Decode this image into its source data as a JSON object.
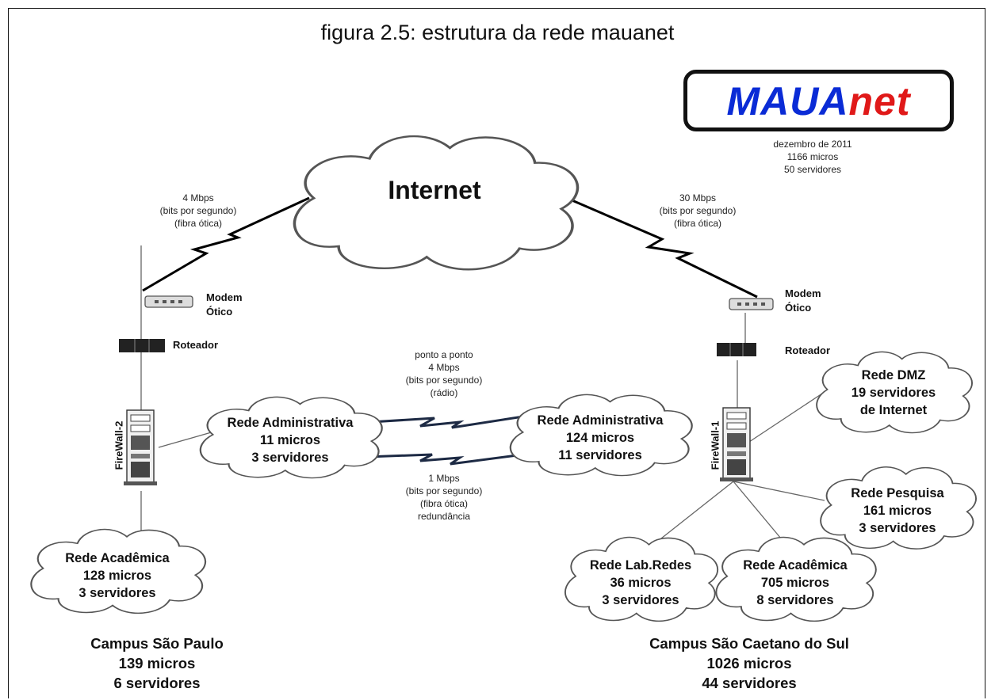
{
  "title": "figura 2.5: estrutura da rede mauanet",
  "logo": {
    "part1": "MAUA",
    "part2": "net",
    "color_part1": "#0a2bd6",
    "color_part2": "#e01919",
    "info": [
      "dezembro de 2011",
      "1166 micros",
      "50 servidores"
    ]
  },
  "internet": {
    "label": "Internet"
  },
  "links": {
    "left_internet": [
      "4 Mbps",
      "(bits por segundo)",
      "(fibra ótica)"
    ],
    "right_internet": [
      "30 Mbps",
      "(bits por segundo)",
      "(fibra ótica)"
    ],
    "radio": [
      "ponto a ponto",
      "4 Mbps",
      "(bits por segundo)",
      "(rádio)"
    ],
    "fiber": [
      "1 Mbps",
      "(bits por segundo)",
      "(fibra ótica)",
      "redundância"
    ]
  },
  "devices": {
    "modem_left": [
      "Modem",
      "Ótico"
    ],
    "modem_right": [
      "Modem",
      "Ótico"
    ],
    "router_left": "Roteador",
    "router_right": "Roteador",
    "firewall_left": "FireWall-2",
    "firewall_right": "FireWall-1"
  },
  "clouds": {
    "admin_left": [
      "Rede Administrativa",
      "11 micros",
      "3 servidores"
    ],
    "admin_right": [
      "Rede Administrativa",
      "124 micros",
      "11 servidores"
    ],
    "academic_left": [
      "Rede Acadêmica",
      "128 micros",
      "3 servidores"
    ],
    "dmz": [
      "Rede DMZ",
      "19 servidores",
      "de Internet"
    ],
    "research": [
      "Rede Pesquisa",
      "161 micros",
      "3 servidores"
    ],
    "labredes": [
      "Rede Lab.Redes",
      "36 micros",
      "3 servidores"
    ],
    "academic_right": [
      "Rede Acadêmica",
      "705 micros",
      "8 servidores"
    ]
  },
  "campuses": {
    "left": [
      "Campus São Paulo",
      "139 micros",
      "6 servidores"
    ],
    "right": [
      "Campus São Caetano do Sul",
      "1026 micros",
      "44 servidores"
    ]
  }
}
